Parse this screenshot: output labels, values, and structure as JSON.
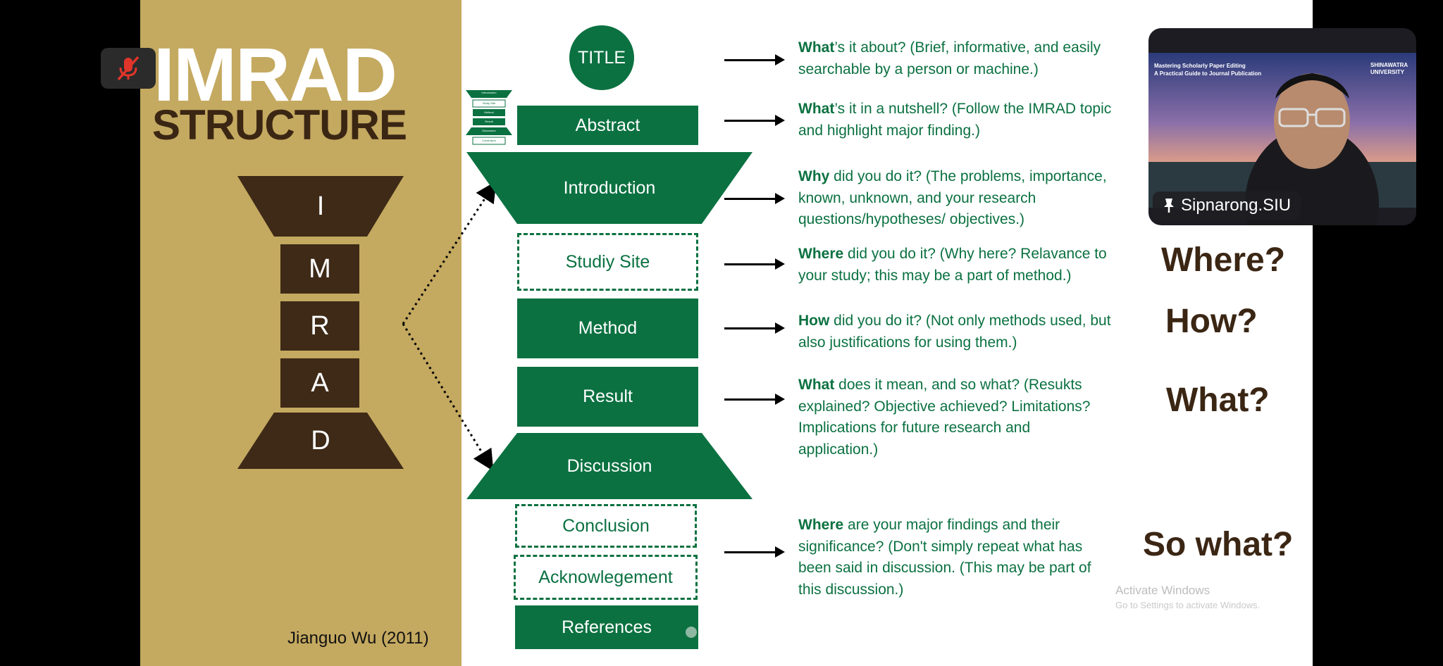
{
  "slide": {
    "title_line1": "IMRAD",
    "title_line2": "STRUCTURE",
    "imrad_letters": [
      "I",
      "M",
      "R",
      "A",
      "D"
    ],
    "citation": "Jianguo Wu (2011)",
    "title_circle": "TITLE",
    "mini_funnel_labels": [
      "Introduction",
      "Study Site",
      "Method",
      "Result",
      "Discussion",
      "Conclusion"
    ],
    "sections": {
      "abstract": "Abstract",
      "introduction": "Introduction",
      "study_site": "Studiy Site",
      "method": "Method",
      "result": "Result",
      "discussion": "Discussion",
      "conclusion": "Conclusion",
      "acknowledgement": "Acknowlegement",
      "references": "References"
    },
    "descriptions": {
      "title": {
        "bold": "What",
        "rest1": "’s it about? (Brief, informative, and easily",
        "line2": "searchable by a person or machine.)"
      },
      "abstract": {
        "bold": "What",
        "rest1": "’s it in a nutshell? (Follow the IMRAD topic",
        "line2": "and highlight major finding.)"
      },
      "introduction": {
        "bold": "Why",
        "rest1": " did you do it? (The problems, importance,",
        "line2": "known, unknown, and your research",
        "line3": "questions/hypotheses/ objectives.)"
      },
      "study_site": {
        "bold": "Where",
        "rest1": " did you do it? (Why here? Relavance to",
        "line2": "your study; this may be a part of method.)"
      },
      "method": {
        "bold": "How",
        "rest1": " did you do it? (Not only methods used, but",
        "line2": "also justifications for using them.)"
      },
      "result": {
        "bold": "What",
        "rest1": " does it mean, and so what? (Resukts",
        "line2": "explained? Objective achieved? Limitations?",
        "line3": "Implications for future research and",
        "line4": "application.)"
      },
      "conclusion": {
        "bold": "Where",
        "rest1": " are your major findings and their",
        "line2": "significance? (Don't simply repeat what has",
        "line3": "been said in discussion. (This may be part of",
        "line4": "this discussion.)"
      }
    },
    "questions": {
      "where": "Where?",
      "how": "How?",
      "what": "What?",
      "so_what": "So what?"
    },
    "watermark": {
      "line1": "Activate Windows",
      "line2": "Go to Settings to activate Windows."
    }
  },
  "meeting": {
    "participant_name": "Sipnarong.SIU",
    "pin_icon": "pin-icon",
    "mute_icon": "microphone-muted-icon",
    "video_banner": {
      "line1": "Mastering Scholarly Paper Editing",
      "line2": "A Practical Guide to Journal Publication",
      "university": "SHINAWATRA",
      "university2": "UNIVERSITY"
    },
    "colors": {
      "accent_green": "#0b7141",
      "brown": "#3e2a17",
      "gold": "#c4a960",
      "mute_red": "#e0352b"
    }
  }
}
